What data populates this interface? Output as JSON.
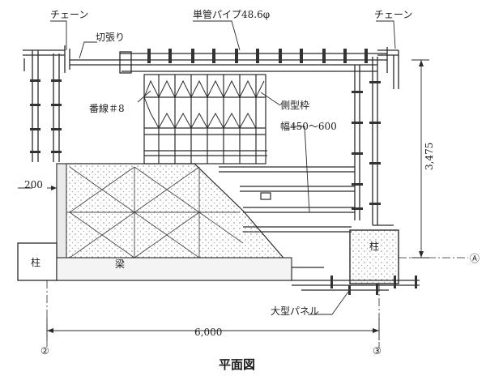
{
  "labels": {
    "chain_left": "チェーン",
    "chain_right": "チェーン",
    "single_pipe": "単管パイプ48.6φ",
    "kiribari": "切張り",
    "wire": "番線＃8",
    "side_frame": "側型枠",
    "width": "幅450～600",
    "dim_200": "200",
    "column_left": "柱",
    "beam": "梁",
    "column_right": "柱",
    "large_panel": "大型パネル",
    "dim_3475": "3,475",
    "dim_6000": "6,000",
    "axis_A": "Ⓐ",
    "axis_2": "②",
    "axis_3": "③",
    "caption": "平面図"
  },
  "colors": {
    "line": "#2a2a2a",
    "hatch": "#555555",
    "dot": "#7a7a7a",
    "fill_light": "#eeeeee"
  }
}
